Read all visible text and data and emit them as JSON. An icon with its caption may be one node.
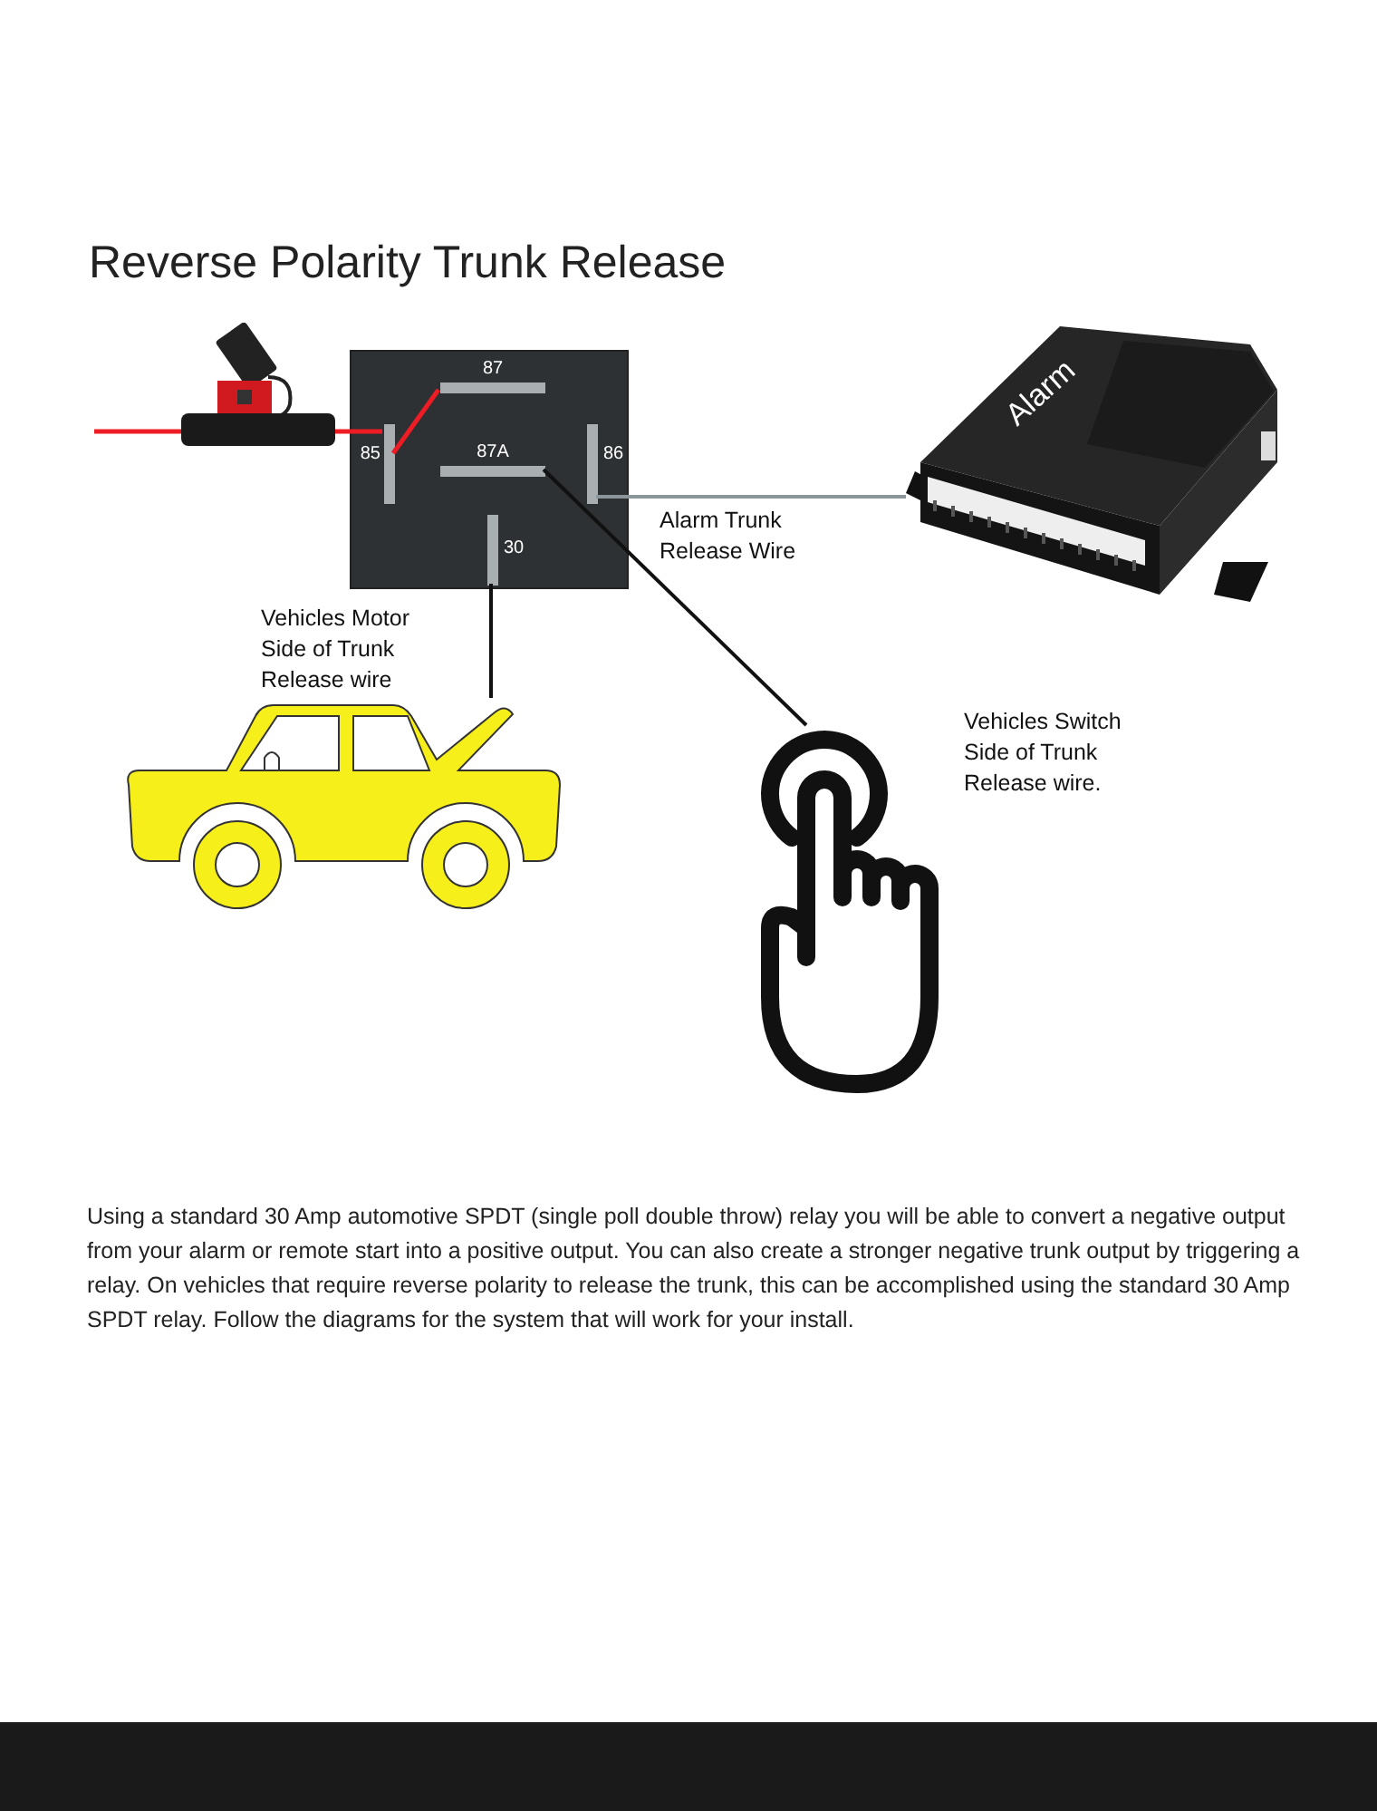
{
  "diagram": {
    "title": "Reverse Polarity Trunk Release",
    "caption": "Using a standard 30 Amp automotive SPDT (single poll double throw) relay you will be able to convert a negative output from your alarm or remote start into a positive output. You can also create a stronger negative trunk output by triggering a relay. On vehicles that require reverse polarity to release the trunk, this can be accomplished using the standard 30 Amp SPDT relay. Follow the diagrams for the system that will work for your install.",
    "nodes": [
      {
        "text": [],
        "shape": "box"
      },
      {
        "text": [
          "87"
        ],
        "in": 0
      },
      {
        "text": [
          "85"
        ],
        "in": 0
      },
      {
        "text": [
          "87A"
        ],
        "in": 0
      },
      {
        "text": [
          "86"
        ],
        "in": 0
      },
      {
        "text": [
          "30"
        ],
        "in": 0
      },
      {
        "text": [],
        "shape": "picture"
      },
      {
        "text": [
          "Alarm"
        ]
      },
      {
        "text": [],
        "shape": "picture"
      },
      {
        "text": [],
        "shape": "picture"
      }
    ],
    "edges": [
      {
        "from": null,
        "to": 6,
        "arrow": "none",
        "color": "#ee1c25"
      },
      {
        "from": 6,
        "to": 2,
        "arrow": "none",
        "color": "#ee1c25"
      },
      {
        "from": 2,
        "to": 1,
        "arrow": "none",
        "color": "#ee1c25"
      },
      {
        "from": 4,
        "to": 7,
        "arrow": "none",
        "label": "Alarm Trunk Release Wire",
        "color": "#8c9599"
      },
      {
        "from": 3,
        "to": 9,
        "arrow": "none",
        "color": "#111111"
      },
      {
        "from": 5,
        "to": 8,
        "arrow": "none",
        "color": "#111111"
      }
    ],
    "labels": [
      "Vehicles Motor Side of Trunk Release wire",
      "Vehicles Switch Side of Trunk Release wire."
    ]
  }
}
